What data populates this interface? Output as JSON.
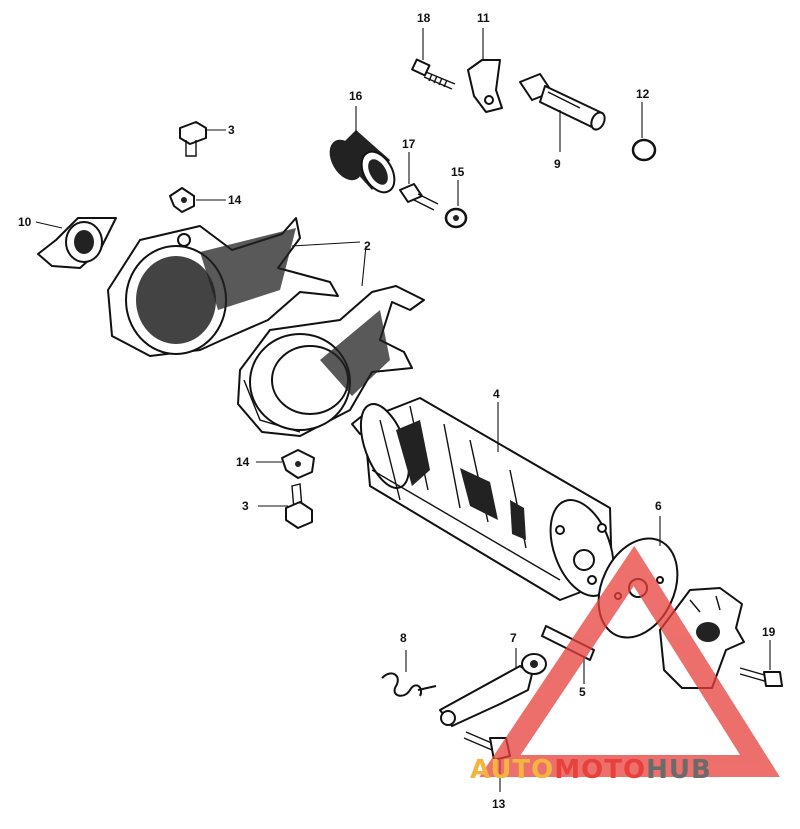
{
  "callouts": {
    "c18": "18",
    "c11": "11",
    "c16": "16",
    "c12": "12",
    "c3a": "3",
    "c17": "17",
    "c9": "9",
    "c15": "15",
    "c14a": "14",
    "c10": "10",
    "c2": "2",
    "c4": "4",
    "c14b": "14",
    "c3b": "3",
    "c6": "6",
    "c8": "8",
    "c7": "7",
    "c19": "19",
    "c5": "5",
    "c13": "13"
  },
  "watermark": {
    "part1": "AUTO",
    "part2": "MOTO",
    "part3": "HUB",
    "color_auto": "#f2b640",
    "color_moto": "#e8403c",
    "color_hub": "#6b6b6b"
  }
}
